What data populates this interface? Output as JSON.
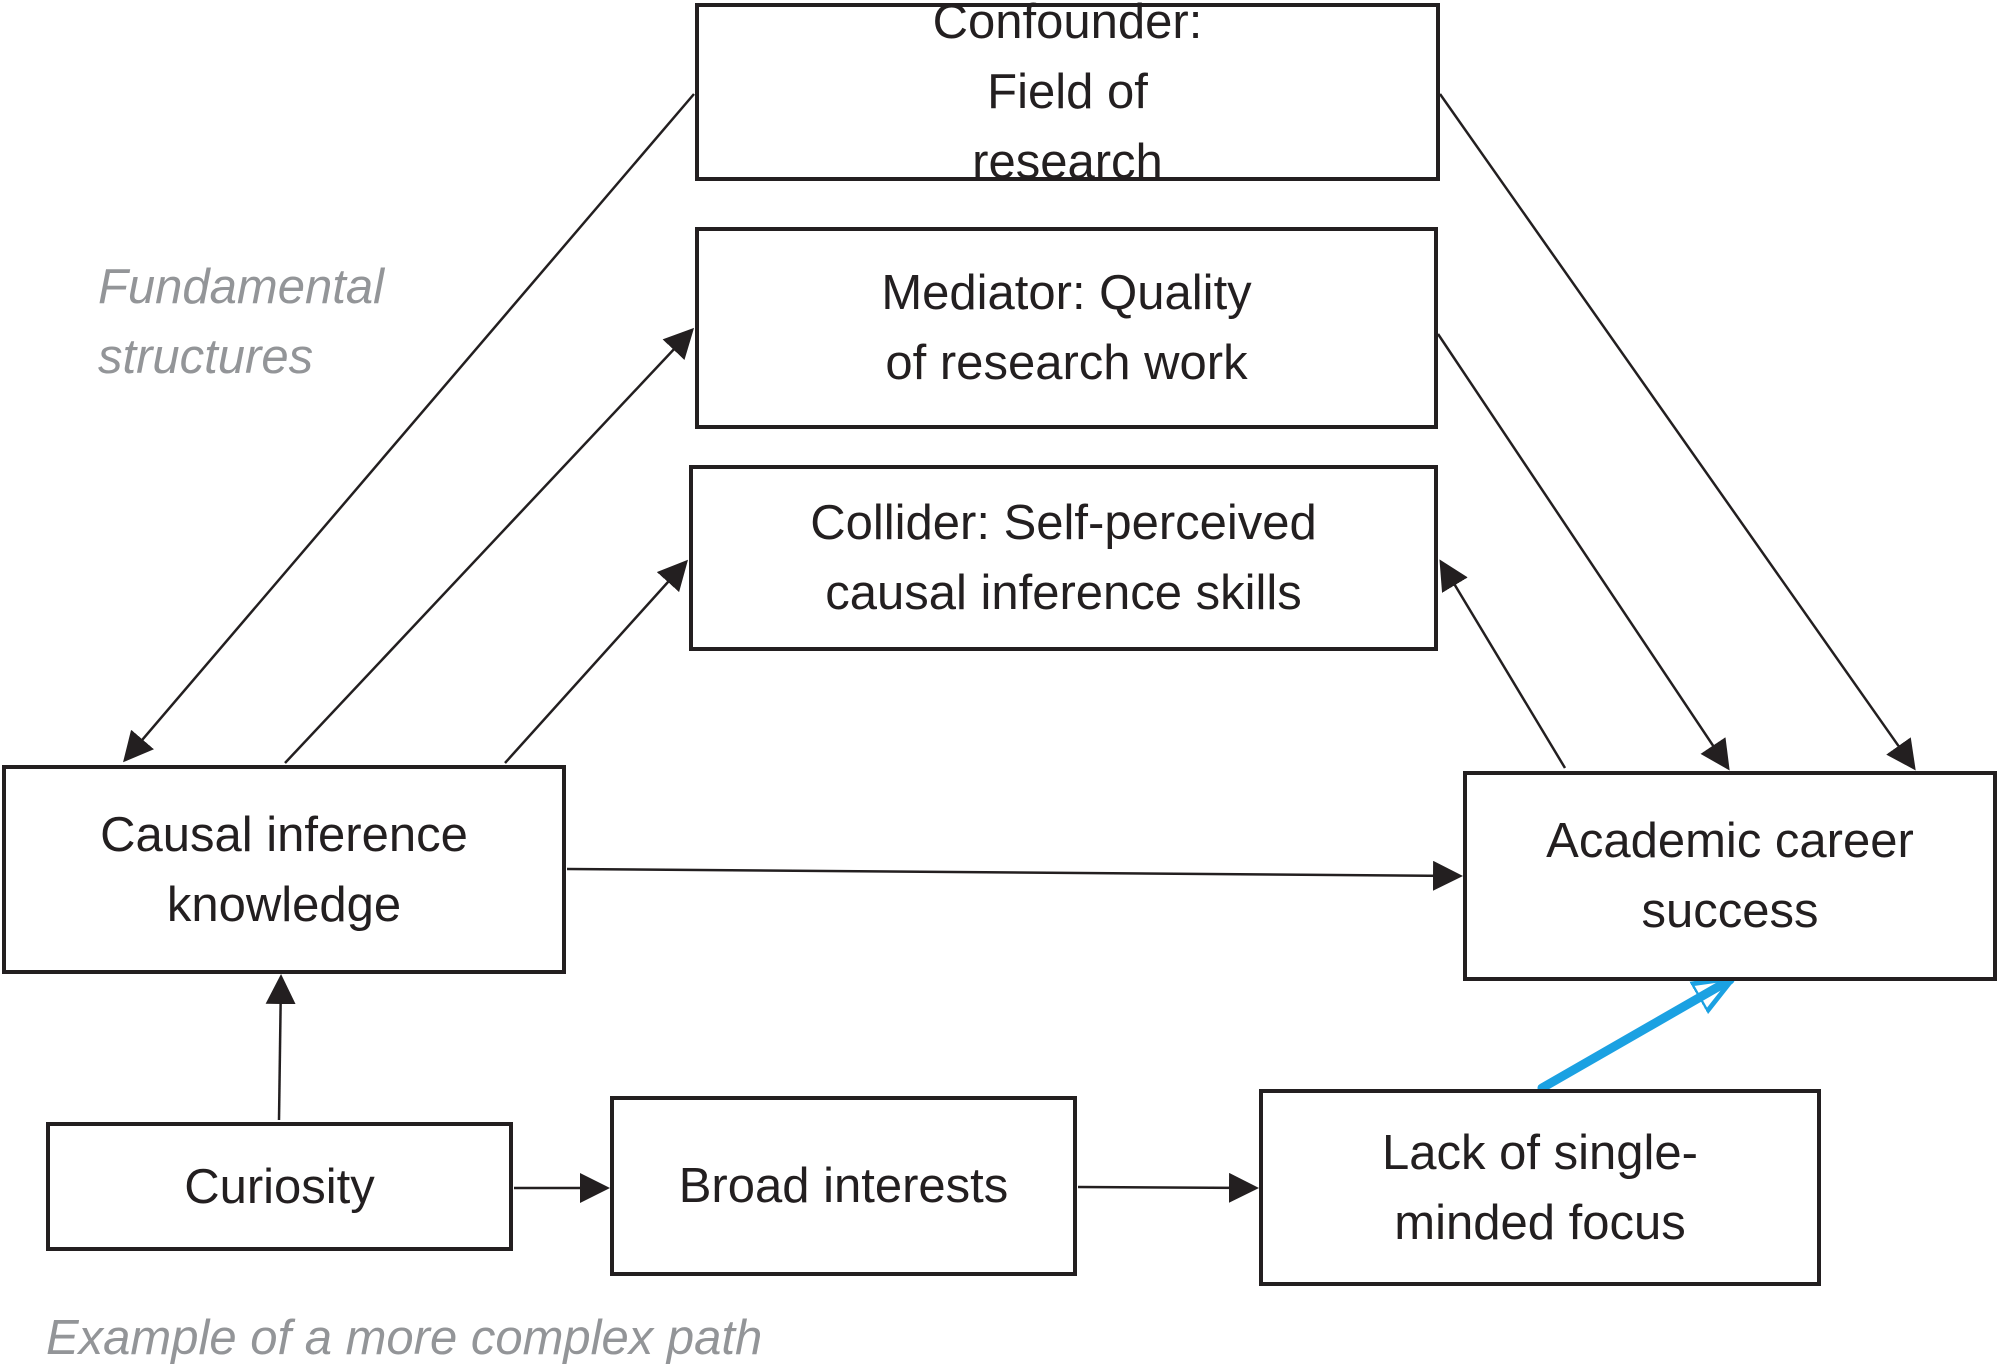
{
  "diagram": {
    "labels": {
      "fundamental": "Fundamental structures",
      "example": "Example of a more complex path"
    },
    "nodes": {
      "confounder": "Confounder: Field of research",
      "mediator": "Mediator: Quality of research work",
      "collider": "Collider: Self-perceived causal inference skills",
      "causal": "Causal inference knowledge",
      "academic": "Academic career success",
      "curiosity": "Curiosity",
      "broad": "Broad interests",
      "lack": "Lack of single-minded focus"
    },
    "edges": [
      {
        "from": "confounder",
        "to": "causal"
      },
      {
        "from": "confounder",
        "to": "academic"
      },
      {
        "from": "causal",
        "to": "mediator"
      },
      {
        "from": "mediator",
        "to": "academic"
      },
      {
        "from": "causal",
        "to": "collider"
      },
      {
        "from": "academic",
        "to": "collider"
      },
      {
        "from": "causal",
        "to": "academic"
      },
      {
        "from": "curiosity",
        "to": "causal"
      },
      {
        "from": "curiosity",
        "to": "broad"
      },
      {
        "from": "broad",
        "to": "lack"
      },
      {
        "from": "lack",
        "to": "academic",
        "style": "hand-drawn",
        "color": "#1ba1e2"
      }
    ]
  }
}
